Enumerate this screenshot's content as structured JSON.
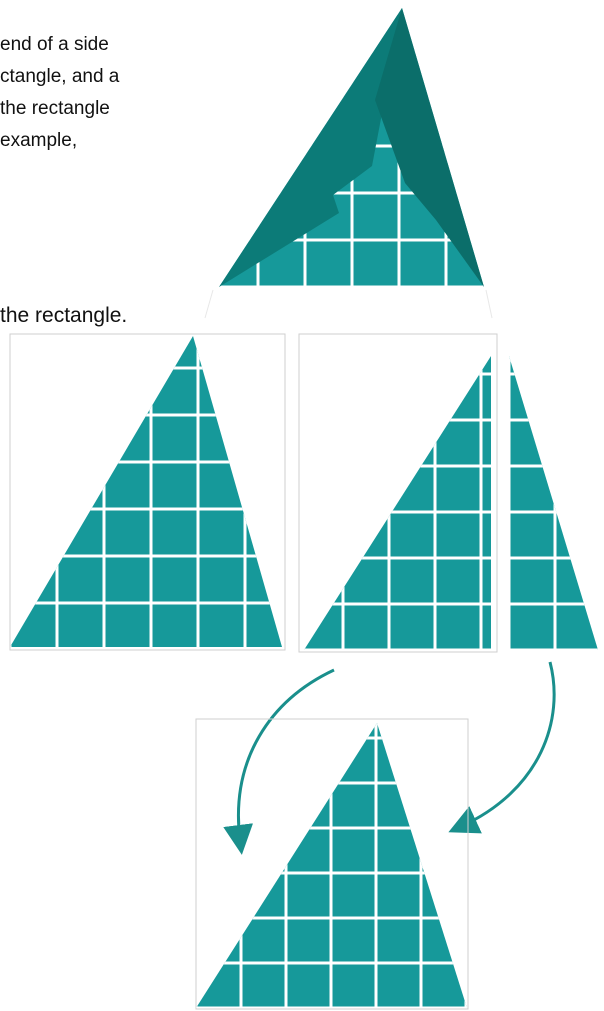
{
  "text_lines": [
    "end of a side",
    "ctangle, and a",
    "the rectangle",
    "example,",
    "the rectangle."
  ],
  "colors": {
    "fill": "#16999a",
    "fold": "#0b6e6a",
    "fold_light": "#0c7b78",
    "grid": "#ffffff",
    "frame": "#cfcfcf",
    "arrow": "#1a8f8c"
  }
}
